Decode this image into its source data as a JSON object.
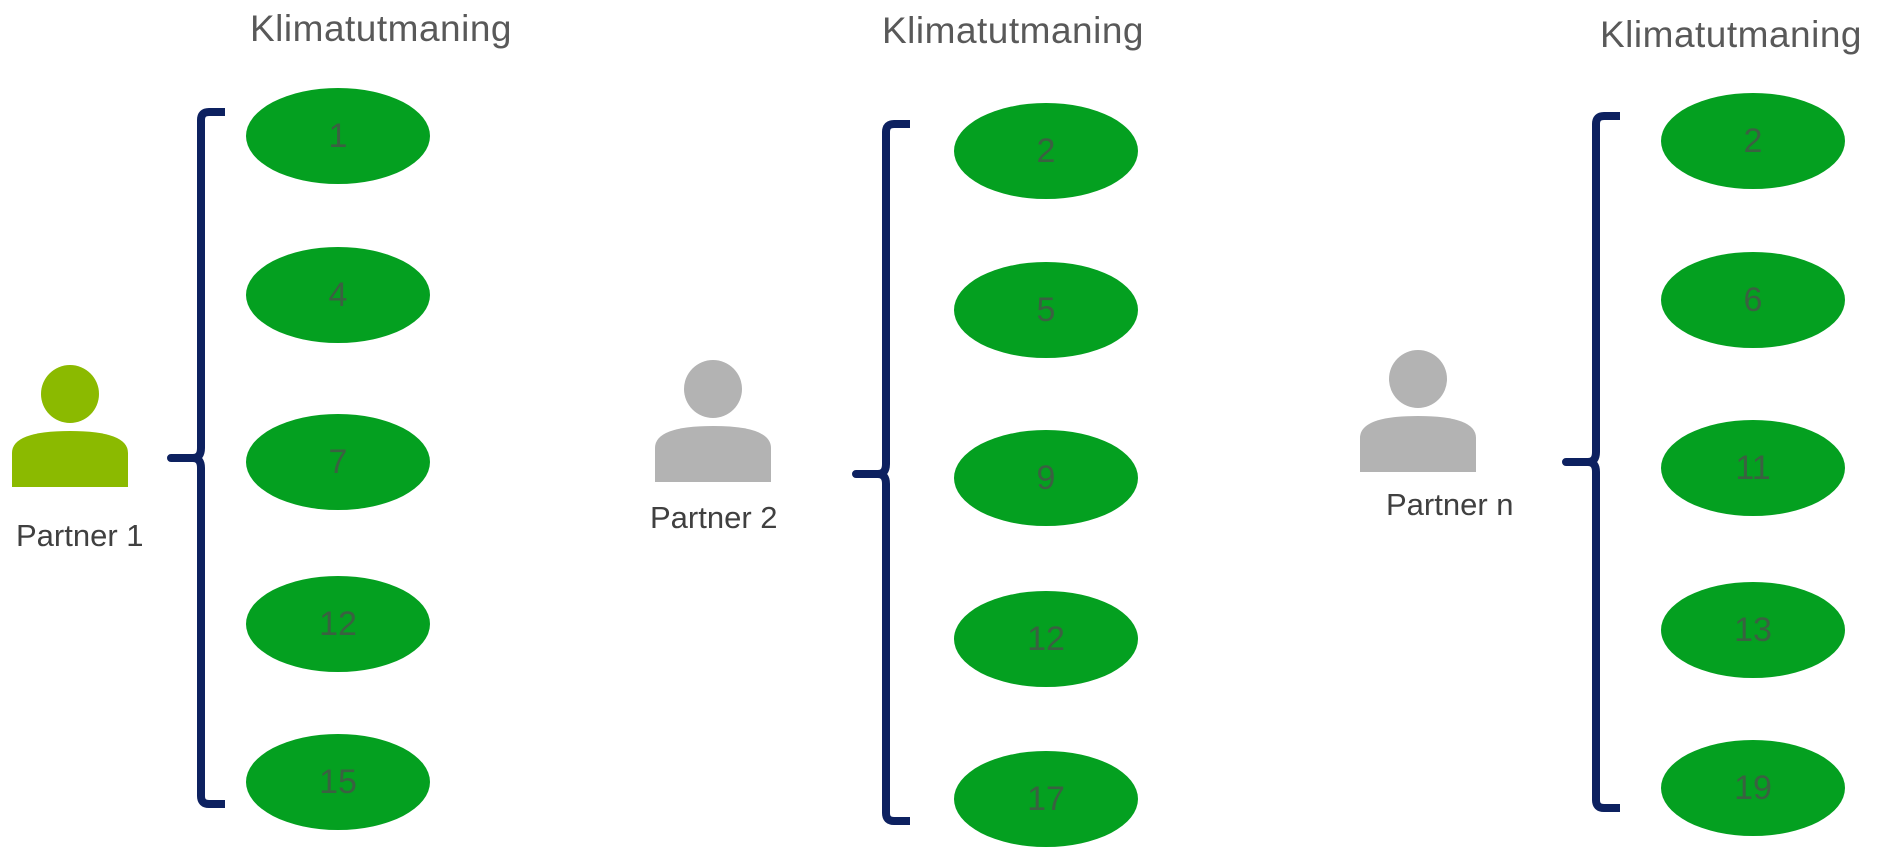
{
  "groups": [
    {
      "heading": "Klimatutmaning",
      "partner": "Partner 1",
      "icon": "person-icon",
      "icon_color": "#8bba00",
      "items": [
        "1",
        "4",
        "7",
        "12",
        "15"
      ]
    },
    {
      "heading": "Klimatutmaning",
      "partner": "Partner 2",
      "icon": "person-icon",
      "icon_color": "#b3b3b3",
      "items": [
        "2",
        "5",
        "9",
        "12",
        "17"
      ]
    },
    {
      "heading": "Klimatutmaning",
      "partner": "Partner n",
      "icon": "person-icon",
      "icon_color": "#b3b3b3",
      "items": [
        "2",
        "6",
        "11",
        "13",
        "19"
      ]
    }
  ],
  "colors": {
    "ellipse_fill": "#04a020",
    "bracket_stroke": "#0d2160"
  }
}
